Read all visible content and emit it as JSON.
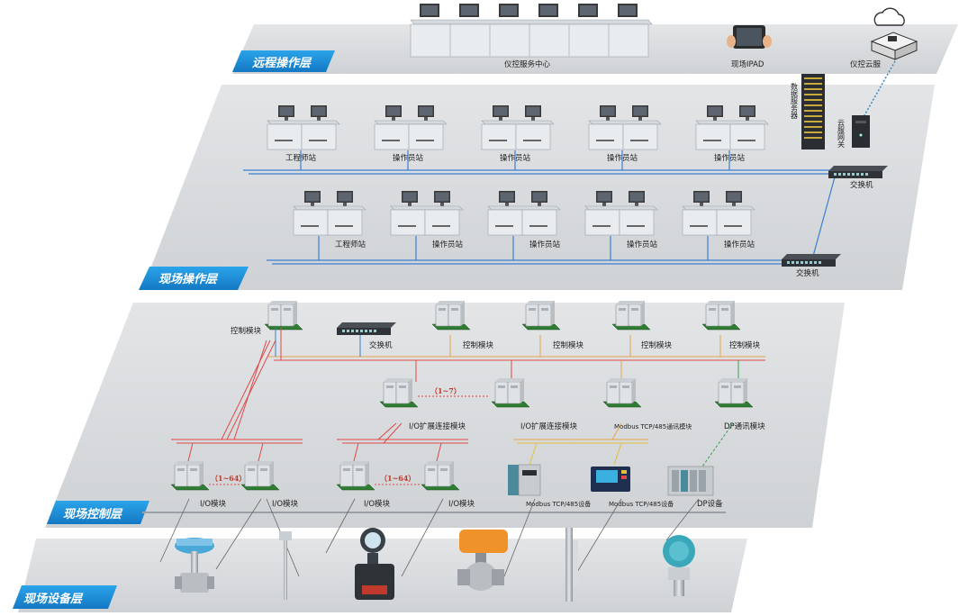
{
  "layers": {
    "remote": "远程操作层",
    "field_operation": "现场操作层",
    "field_control": "现场控制层",
    "field_device": "现场设备层"
  },
  "remote": {
    "service_center": "仪控服务中心",
    "ipad": "现场IPAD",
    "cloud": "仪控云服"
  },
  "operation": {
    "data_server": "数据服务器",
    "cloud_gateway": "云服网关",
    "switch_label": "交换机",
    "row1": [
      "工程师站",
      "操作员站",
      "操作员站",
      "操作员站",
      "操作员站"
    ],
    "row2": [
      "工程师站",
      "操作员站",
      "操作员站",
      "操作员站",
      "操作员站"
    ]
  },
  "control": {
    "control_modules": [
      "控制模块",
      "控制模块",
      "控制模块",
      "控制模块",
      "控制模块"
    ],
    "switch_label": "交换机",
    "io_expand": [
      "I/O扩展连接模块",
      "I/O扩展连接模块"
    ],
    "expand_count": "（1~7）",
    "modbus_comm": "Modbus TCP/485通讯模块",
    "dp_comm": "DP通讯模块",
    "io_modules": [
      "I/O模块",
      "I/O模块",
      "I/O模块",
      "I/O模块"
    ],
    "io_count": "（1~64）",
    "modbus_device": "Modbus TCP/485设备",
    "dp_device": "DP设备"
  },
  "colors": {
    "layer_title_bg": "#1a8fd8",
    "panel_bg": "#dcdee0",
    "network_blue": "#3b7fd1",
    "network_red": "#e04848",
    "network_orange": "#e8a44a",
    "network_yellow": "#e0c040",
    "network_green": "#3aa050",
    "network_dotted": "#3a90d0"
  },
  "icons": [
    "cloud-icon",
    "monitor-icon",
    "tablet-icon",
    "server-rack-icon",
    "network-switch-icon",
    "control-module-icon",
    "valve-icon",
    "thermocouple-icon",
    "flowmeter-icon",
    "ball-valve-icon",
    "level-gauge-icon",
    "pressure-transmitter-icon"
  ]
}
